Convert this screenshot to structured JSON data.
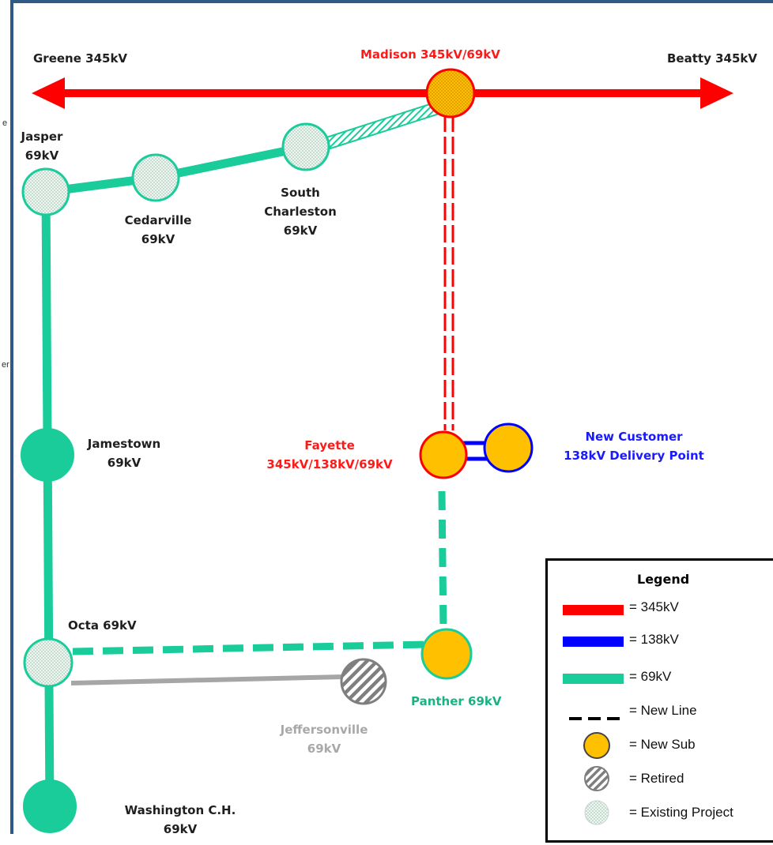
{
  "substations": {
    "greene": "Greene 345kV",
    "madison": "Madison 345kV/69kV",
    "beatty": "Beatty 345kV",
    "jasper": [
      "Jasper",
      "69kV"
    ],
    "cedarville": [
      "Cedarville",
      "69kV"
    ],
    "south_charleston": [
      "South",
      "Charleston",
      "69kV"
    ],
    "jamestown": [
      "Jamestown",
      "69kV"
    ],
    "fayette": [
      "Fayette",
      "345kV/138kV/69kV"
    ],
    "new_customer": [
      "New Customer",
      "138kV Delivery Point"
    ],
    "octa": "Octa 69kV",
    "panther": "Panther 69kV",
    "jeffersonville": [
      "Jeffersonville",
      "69kV"
    ],
    "washington": [
      "Washington C.H.",
      "69kV"
    ]
  },
  "edge_fragments": [
    "e",
    "er"
  ],
  "legend": {
    "title": "Legend",
    "items": [
      "= 345kV",
      "= 138kV",
      "= 69kV",
      "= New Line",
      "= New Sub",
      "= Retired",
      "= Existing Project"
    ]
  },
  "colors": {
    "kv345": "#ff0000",
    "kv138": "#0000ff",
    "kv69": "#19cc9a",
    "new_sub": "#ffc000",
    "retired": "#a6a6a6",
    "existing": "#e2f1ea",
    "frame": "#2f5a86"
  }
}
